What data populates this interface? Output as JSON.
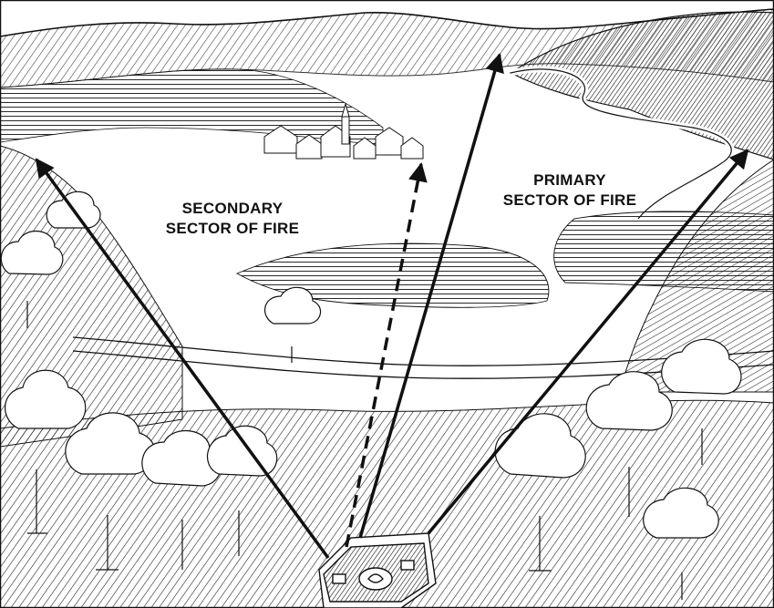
{
  "labels": {
    "secondary": [
      "SECONDARY",
      "SECTOR OF FIRE"
    ],
    "primary": [
      "PRIMARY",
      "SECTOR OF FIRE"
    ]
  },
  "colors": {
    "ink": "#111111",
    "paper": "#ffffff"
  }
}
